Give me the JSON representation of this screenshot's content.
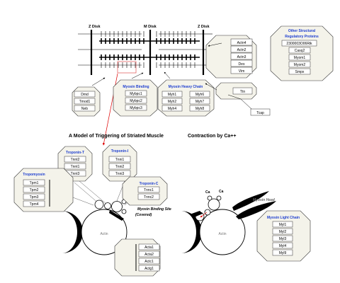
{
  "sarcomere": {
    "z_disk_left": "Z Disk",
    "m_disk": "M Disk",
    "z_disk_right": "Z Disk"
  },
  "groups": {
    "nebulin": {
      "title": "",
      "items": [
        "Dmd",
        "Tmod1",
        "Neb"
      ]
    },
    "myosin_binding": {
      "title": "Myosin Binding",
      "items": [
        "Mybpc1",
        "Mybpc2",
        "Mybpc3"
      ]
    },
    "myosin_heavy": {
      "title": "Myosin Heavy Chain",
      "col1": [
        "Myh1",
        "Myh2",
        "Myh4"
      ],
      "col2": [
        "Myh6",
        "Myh7",
        "Myh8"
      ]
    },
    "zdisk_proteins": {
      "title": "",
      "items": [
        "Actn4",
        "Actn2",
        "Actn3",
        "Des",
        "Vim"
      ]
    },
    "titin": {
      "title": "",
      "items": [
        "Ttn"
      ]
    },
    "tcap": {
      "label": "Tcap"
    },
    "other_structural": {
      "title": "Other Structural Regulatory Proteins",
      "title_line1": "Other Structural",
      "title_line2": "Regulatory Proteins",
      "items": [
        "2300003O06Rik",
        "Casq2",
        "Myom1",
        "Myom2",
        "Smpx"
      ]
    },
    "troponin_t": {
      "title": "Troponin-T",
      "items": [
        "Tnnt2",
        "Tnnt1",
        "Tnnt3"
      ]
    },
    "troponin_i": {
      "title": "Troponin-I",
      "items": [
        "Tnni1",
        "Tnni2",
        "Tnni3"
      ]
    },
    "tropomyosin": {
      "title": "Tropomyosin",
      "items": [
        "Tpm1",
        "Tpm2",
        "Tpm3",
        "Tpm4"
      ]
    },
    "troponin_c": {
      "title": "Troponin-C",
      "items": [
        "Tnnc1",
        "Tnnc2"
      ]
    },
    "actin": {
      "items": [
        "Acta1",
        "Acta2",
        "Actc1",
        "Actg1"
      ]
    },
    "myosin_light": {
      "title": "Myosin Light Chain",
      "items": [
        "Myl1",
        "Myl2",
        "Myl3",
        "Myl4",
        "Myl9"
      ]
    }
  },
  "titles": {
    "model": "A Model of Triggering of Striated Muscle",
    "contraction": "Contraction by Ca++"
  },
  "annotations": {
    "binding_site_line1": "Myosin Binding Site",
    "binding_site_line2": "(Covered)",
    "actin_left": "Actin",
    "actin_right": "Actin",
    "myosin_head": "Myosin Head",
    "ca1": "Ca",
    "ca2": "Ca"
  }
}
